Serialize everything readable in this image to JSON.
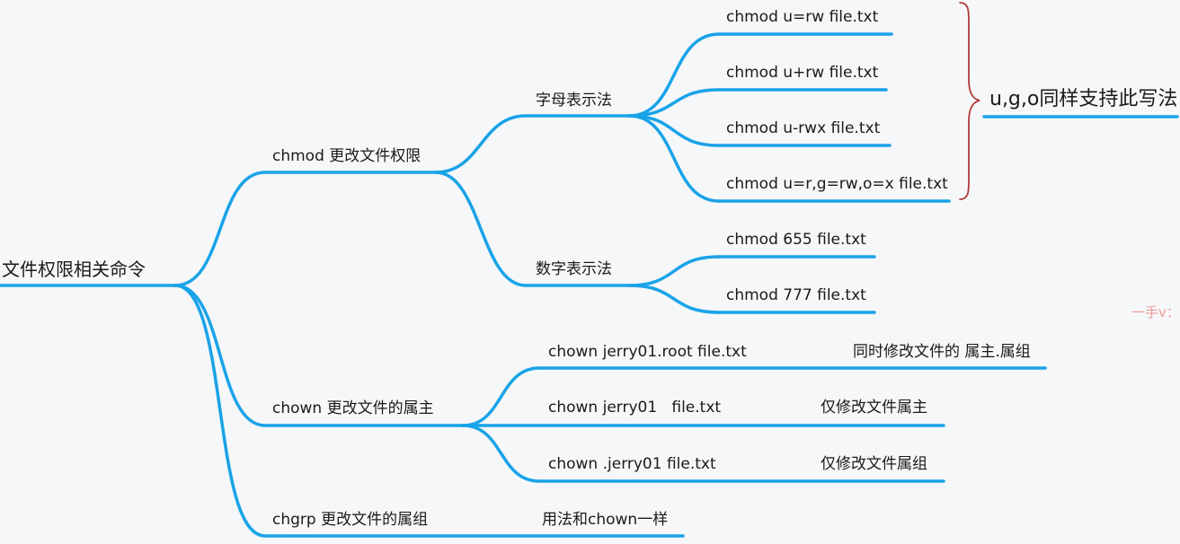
{
  "root": "文件权限相关命令",
  "branches": {
    "chmod": {
      "label": "chmod 更改文件权限",
      "letter": {
        "label": "字母表示法",
        "items": [
          "chmod  u=rw file.txt",
          "chmod u+rw file.txt",
          "chmod u-rwx file.txt",
          "chmod u=r,g=rw,o=x file.txt"
        ],
        "note": "u,g,o同样支持此写法"
      },
      "numeric": {
        "label": "数字表示法",
        "items": [
          "chmod 655 file.txt",
          "chmod 777 file.txt"
        ]
      }
    },
    "chown": {
      "label": "chown 更改文件的属主",
      "items": [
        {
          "cmd": "chown jerry01.root file.txt",
          "desc": "同时修改文件的 属主.属组"
        },
        {
          "cmd": "chown jerry01   file.txt",
          "desc": "仅修改文件属主"
        },
        {
          "cmd": "chown .jerry01 file.txt",
          "desc": "仅修改文件属组"
        }
      ]
    },
    "chgrp": {
      "label": "chgrp 更改文件的属组",
      "desc": "用法和chown一样"
    }
  },
  "watermark": "一手v：",
  "colors": {
    "edge": "#19a3e8",
    "brace": "#b23a3a",
    "note_underline": "#19a3e8",
    "text": "#1a1a1a",
    "watermark": "#f09a9a"
  }
}
